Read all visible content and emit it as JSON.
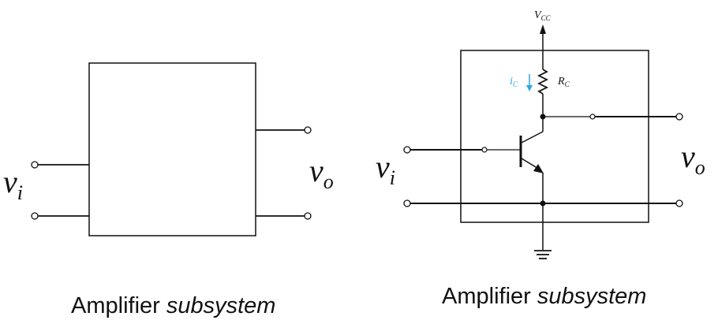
{
  "colors": {
    "line": "#111111",
    "current": "#2ea6df"
  },
  "left": {
    "input_label": "v",
    "input_sub": "i",
    "output_label": "v",
    "output_sub": "o",
    "caption_plain": "Amplifier ",
    "caption_italic": "subsystem"
  },
  "right": {
    "input_label": "v",
    "input_sub": "i",
    "output_label": "v",
    "output_sub": "o",
    "supply_label": "V",
    "supply_sub": "CC",
    "resistor_label": "R",
    "resistor_sub": "C",
    "current_label": "i",
    "current_sub": "C",
    "caption_plain": "Amplifier ",
    "caption_italic": "subsystem"
  }
}
